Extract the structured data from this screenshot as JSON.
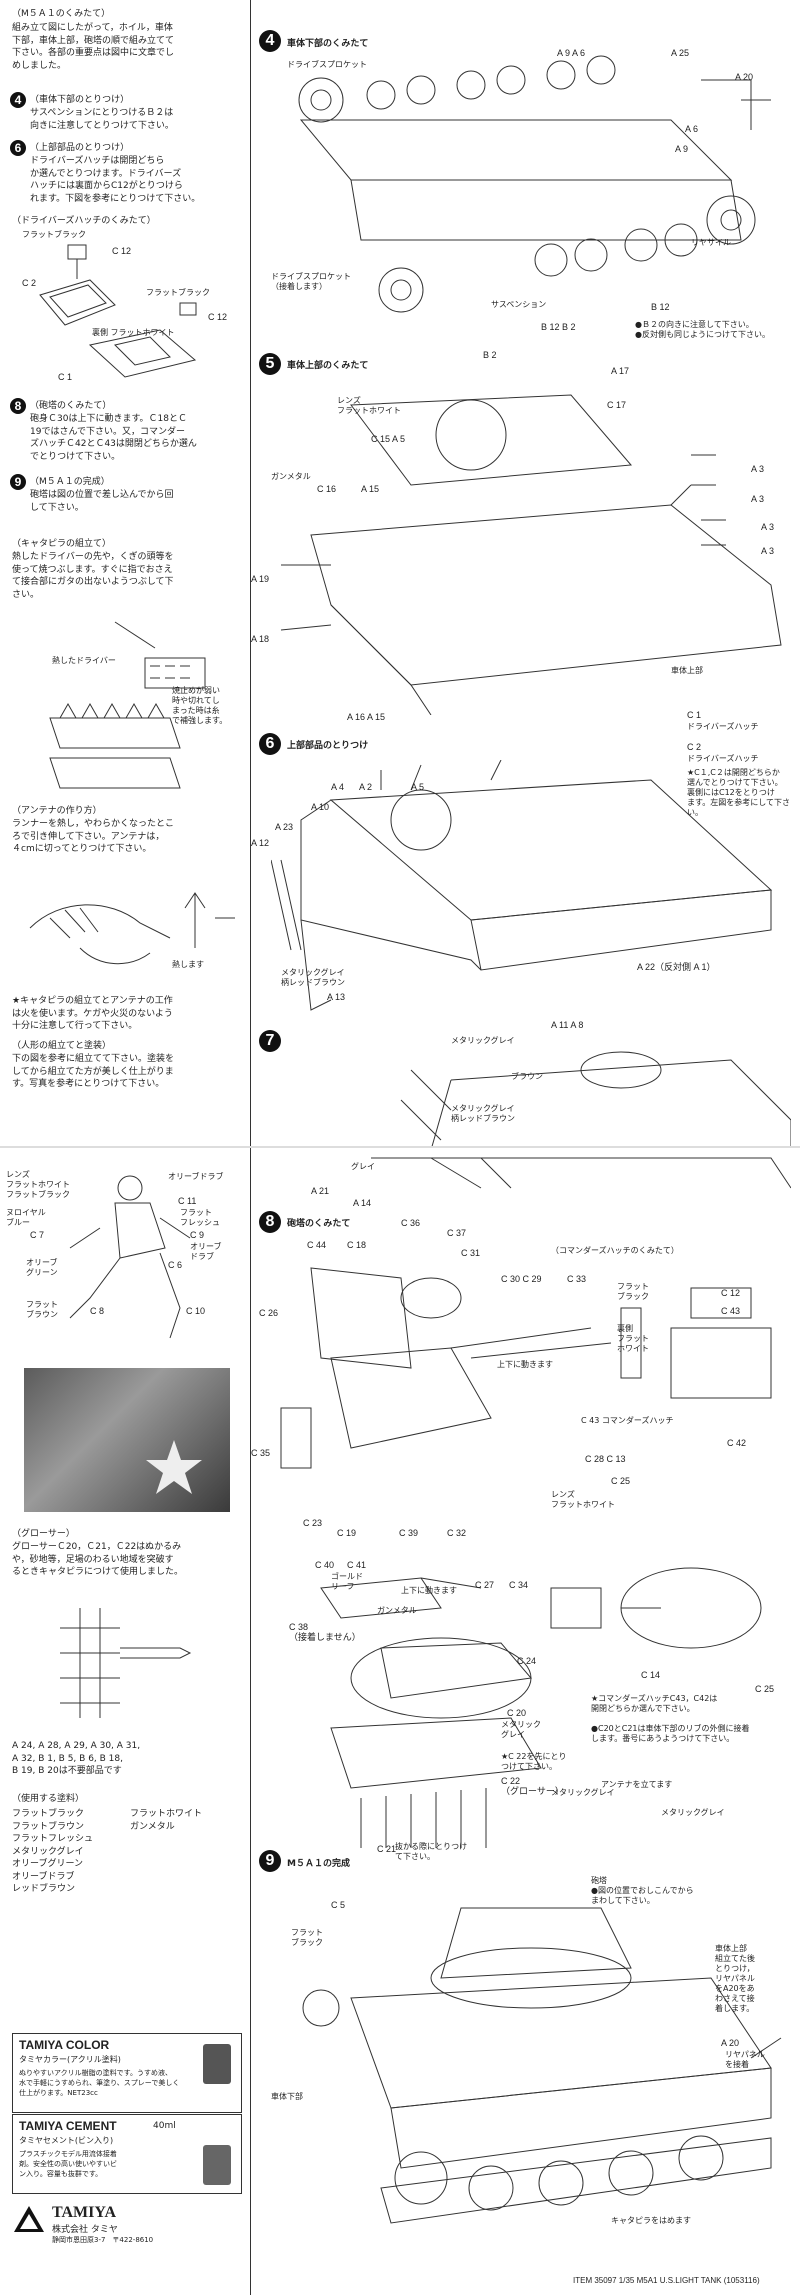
{
  "top": {
    "left": {
      "intro_title": "（M５Ａ１のくみたて）",
      "intro_text": "組み立て図にしたがって，ホイル，車体\n下部，車体上部，砲塔の順で組み立てて\n下さい。各部の重要点は図中に文章でし\nめしました。",
      "s4_title": "（車体下部のとりつけ）",
      "s4_text": "サスペンションにとりつけるＢ２は\n向きに注意してとりつけて下さい。",
      "s6_title": "（上部部品のとりつけ）",
      "s6_text": "ドライバーズハッチは開閉どちら\nか選んでとりつけます。ドライバーズ\nハッチには裏面からC12がとりつけら\nれます。下図を参考にとりつけて下さい。",
      "hatch_title": "（ドライバーズハッチのくみたて）",
      "hatch_labels": {
        "flat_black": "フラットブラック",
        "c12": "C 12",
        "c2": "C 2",
        "flat_black2": "フラットブラック",
        "c12b": "C 12",
        "rear_white": "裏側 フラットホワイト",
        "c1": "C 1"
      },
      "s8_title": "（砲塔のくみたて）",
      "s8_text": "砲身Ｃ30は上下に動きます。Ｃ18とＣ\n19ではさんで下さい。又，コマンダー\nズハッチＣ42とＣ43は開閉どちらか選ん\nでとりつけて下さい。",
      "s9_title": "（M５Ａ１の完成）",
      "s9_text": "砲塔は図の位置で差し込んでから回\nして下さい。",
      "track_title": "（キャタピラの組立て）",
      "track_text": "熱したドライバーの先や，くぎの頭等を\n使って焼つぶします。すぐに指でおさえ\nて接合部にガタの出ないようつぶして下\nさい。",
      "track_labels": {
        "heated_driver": "熱したドライバー",
        "note": "焼止めが弱い\n時や切れてし\nまった時は糸\nで補強します。"
      },
      "antenna_title": "（アンテナの作り方）",
      "antenna_text": "ランナーを熱し，やわらかくなったとこ\nろで引き伸して下さい。アンテナは，\n４cmに切ってとりつけて下さい。",
      "antenna_label": "熱します",
      "caution_text": "★キャタピラの組立てとアンテナの工作\nは火を使います。ケガや火災のないよう\n十分に注意して行って下さい。",
      "figure_title": "（人形の組立てと塗装）",
      "figure_text": "下の図を参考に組立てて下さい。塗装を\nしてから組立てた方が美しく仕上がりま\nす。写真を参考にとりつけて下さい。"
    },
    "steps": {
      "s4": {
        "num": "4",
        "title": "車体下部のくみたて",
        "labels": {
          "sprocket": "ドライブスプロケット",
          "a9a6": "A 9  A 6",
          "a25": "A 25",
          "a20": "A 20",
          "a6": "A 6",
          "a9": "A 9",
          "idler": "リヤサイル",
          "sprocket2": "ドライブスプロケット\n（接着します）",
          "suspension": "サスペンション",
          "b12": "B 12",
          "b12b12": "B 12  B 2",
          "b2": "B 2",
          "note": "●Ｂ２の向きに注意して下さい。\n●反対側も同じようにつけて下さい。"
        }
      },
      "s5": {
        "num": "5",
        "title": "車体上部のくみたて",
        "labels": {
          "a17": "A 17",
          "lens": "レンズ\nフラットホワイト",
          "c17": "C 17",
          "c15a5": "C 15  A 5",
          "gunmetal": "ガンメタル",
          "c16": "C 16",
          "a15": "A 15",
          "a3a": "A 3",
          "a3b": "A 3",
          "a3c": "A 3",
          "a3d": "A 3",
          "a19": "A 19",
          "a18": "A 18",
          "a16a15": "A 16   A 15",
          "upper": "車体上部"
        }
      },
      "s6": {
        "num": "6",
        "title": "上部部品のとりつけ",
        "labels": {
          "c1": "C 1",
          "c1note": "ドライバーズハッチ",
          "c2": "C 2",
          "c2note": "ドライバーズハッチ",
          "star": "★C１,C２は開閉どちらか\n選んでとりつけて下さい。\n裏側にはC12をとりつけ\nます。左図を参考にして下さい。",
          "a4": "A 4",
          "a2": "A 2",
          "a5": "A 5",
          "a10": "A 10",
          "a23": "A 23",
          "a12": "A 12",
          "metallic": "メタリックグレイ\n柄レッドブラウン",
          "a13": "A 13",
          "a22": "A 22（反対側 A 1）"
        }
      },
      "s7": {
        "num": "7",
        "labels": {
          "a11a8": "A 11  A 8",
          "metallic": "メタリックグレイ",
          "brown": "ブラウン",
          "metallic2": "メタリックグレイ\n柄レッドブラウン"
        }
      }
    }
  },
  "bottom": {
    "left": {
      "figure_labels": {
        "lens": "レンズ\nフラットホワイト",
        "flat_black": "フラットブラック",
        "c11": "C 11",
        "olive_drab": "オリーブドラブ",
        "flesh": "フラット\nフレッシュ",
        "c7": "C 7",
        "c9": "C 9",
        "olive_drab2": "オリーブ\nドラブ",
        "olive_green": "オリーブ\nグリーン",
        "flat_brown": "フラット\nブラウン",
        "c8": "C 8",
        "c10": "C 10",
        "royal_blue": "ヌロイヤル\nブルー",
        "c6": "C 6"
      },
      "grouser_title": "（グローサー）",
      "grouser_text": "グローサーＣ20，Ｃ21，Ｃ22はぬかるみ\nや，砂地等，足場のわるい地域を突破す\nるときキャタピラにつけて使用しました。",
      "unused_text": "A 24, A 28, A 29, A 30, A 31,\nA 32, B 1, B 5, B 6, B 18,\nB 19, B 20は不要部品です",
      "paint_title": "（使用する塗料）",
      "paints_left": [
        "フラットブラック",
        "フラットブラウン",
        "フラットフレッシュ",
        "メタリックグレイ",
        "オリーブグリーン",
        "オリーブドラブ",
        "レッドブラウン"
      ],
      "paints_right": [
        "フラットホワイト",
        "ガンメタル"
      ],
      "tamiya_color": "TAMIYA COLOR",
      "tamiya_color_sub": "タミヤカラー(アクリル塗料)",
      "tamiya_color_text": "ぬりやすいアクリル樹脂の塗料です。うすめ液、\n水で手軽にうすめられ、筆塗り、スプレーで美しく\n仕上がります。NET23cc",
      "tamiya_cement": "TAMIYA CEMENT",
      "tamiya_cement_ml": "40ml",
      "tamiya_cement_sub": "タミヤセメント(ビン入り)",
      "tamiya_cement_text": "プラスチックモデル用流体接着\n剤。安全性の高い使いやすいビ\nン入り。容量も抜群です。",
      "brand": "TAMIYA",
      "brand_sub": "株式会社 タミヤ",
      "brand_addr": "静岡市恩田原3-7　〒422-8610"
    },
    "steps": {
      "s7cont": {
        "labels": {
          "grey": "グレイ",
          "a21": "A 21",
          "a14": "A 14"
        }
      },
      "s8": {
        "num": "8",
        "title": "砲塔のくみたて",
        "labels": {
          "c36": "C 36",
          "c37": "C 37",
          "c44": "C 44",
          "c18": "C 18",
          "c31": "C 31",
          "c30c29": "C 30  C 29",
          "c33": "C 33",
          "c26": "C 26",
          "updown": "上下に動きます",
          "c35": "C 35",
          "c23": "C 23",
          "c19": "C 19",
          "c39": "C 39",
          "c32": "C 32",
          "cmd_title": "（コマンダーズハッチのくみたて）",
          "flat_black": "フラット\nブラック",
          "c12": "C 12",
          "c43": "C 43",
          "rear_white": "裏側\nフラット\nホワイト",
          "c43hatch": "C 43 コマンダーズハッチ",
          "c42": "C 42",
          "c28c13": "C 28 C 13",
          "c25": "C 25",
          "lens": "レンズ\nフラットホワイト",
          "c40": "C 40",
          "c41": "C 41",
          "gold": "ゴールド\nリーフ",
          "updown2": "上下に動きます",
          "c27": "C 27",
          "c34": "C 34",
          "gunmetal": "ガンメタル",
          "c38": "C 38\n（接着しません）",
          "c24": "C 24",
          "c14": "C 14",
          "c25b": "C 25",
          "star1": "★コマンダーズハッチC43，C42は\n開閉どちらか選んで下さい。",
          "star2": "●C20とC21は車体下部のリブの外側に接着\nします。番号にあうようつけて下さい。",
          "c20": "C 20",
          "metallic": "メタリック\nグレイ",
          "c22": "★C 22を先にとり\nつけて下さい。",
          "c22b": "C 22\n（グローサー）",
          "c21": "C 21",
          "metallic2": "メタリックグレイ",
          "antenna": "アンテナを立てます",
          "metallic3": "メタリックグレイ",
          "note_track": "抜かる際にとりつけ\nて下さい。"
        }
      },
      "s9": {
        "num": "9",
        "title": "M５Ａ１の完成",
        "labels": {
          "c5": "C 5",
          "turret": "砲塔\n●図の位置でおしこんでから\nまわして下さい。",
          "flat_black": "フラット\nブラック",
          "upper": "車体上部\n組立てた後\nとりつけ，\nリヤパネル\nをA20をあ\nわさえて接\n着します。",
          "a20": "A 20",
          "rear": "リヤパネル\nを接着",
          "lower": "車体下部",
          "track": "キャタピラをはめます"
        }
      }
    },
    "footer": "ITEM 35097  1/35 M5A1 U.S.LIGHT TANK  (1053116)"
  }
}
